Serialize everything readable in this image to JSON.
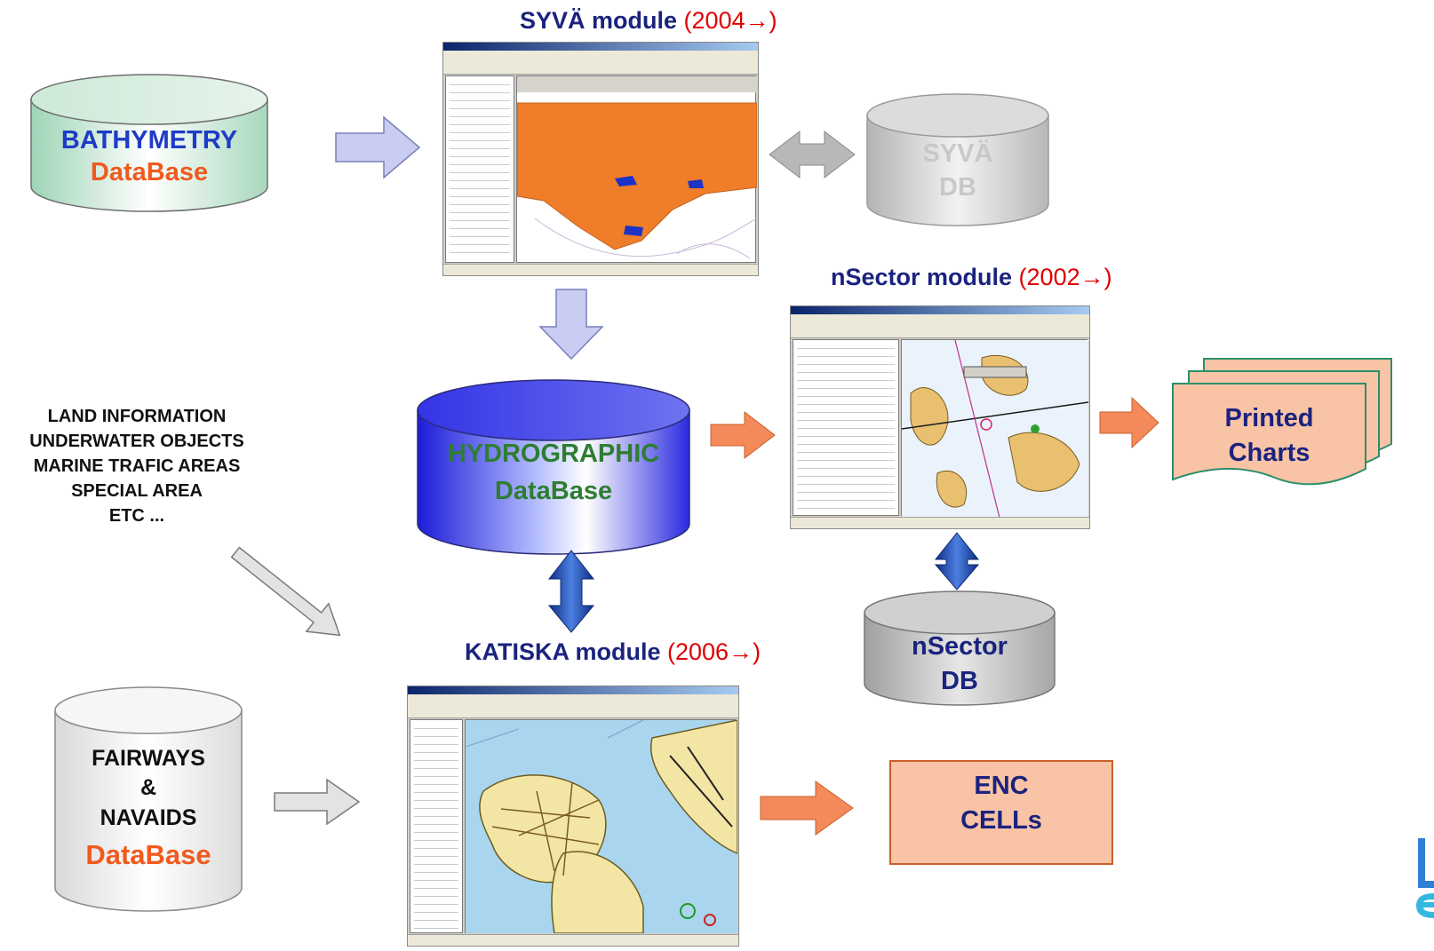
{
  "modules": {
    "syva": {
      "name": "SYVÄ module",
      "years": "(2004→)"
    },
    "nsector": {
      "name": "nSector module",
      "years": "(2002→)"
    },
    "katiska": {
      "name": "KATISKA module",
      "years": "(2006→)"
    }
  },
  "databases": {
    "bathymetry": {
      "line1": "BATHYMETRY",
      "line2": "DataBase"
    },
    "syva_db": {
      "line1": "SYVÄ",
      "line2": "DB"
    },
    "hydrographic": {
      "line1": "HYDROGRAPHIC",
      "line2": "DataBase"
    },
    "nsector_db": {
      "line1": "nSector",
      "line2": "DB"
    },
    "fairways": {
      "line1": "FAIRWAYS",
      "line2": "&",
      "line3": "NAVAIDS",
      "line4": "DataBase"
    }
  },
  "inputs": {
    "land_info": [
      "LAND INFORMATION",
      "UNDERWATER OBJECTS",
      "MARINE TRAFIC AREAS",
      "SPECIAL AREA",
      "ETC ..."
    ]
  },
  "outputs": {
    "printed_charts": {
      "line1": "Printed",
      "line2": "Charts"
    },
    "enc_cells": {
      "line1": "ENC",
      "line2": "CELLs"
    }
  },
  "colors": {
    "module_title": "#1a237e",
    "year": "#e00000",
    "bathymetry_blue": "#1e3cc8",
    "database_orange": "#f05a1e",
    "hydro_text": "#2e7d32",
    "arrow_orange": "#f4895a",
    "arrow_blue": "#1846a8",
    "arrow_grey": "#b8b8b8",
    "arrow_lavender": "#c9cdf2",
    "box_salmon": "#f9c3a6"
  },
  "icons": {
    "screenshots": [
      "syva-app-screenshot",
      "nsector-app-screenshot",
      "katiska-app-screenshot"
    ],
    "logo": "partial-logo"
  }
}
